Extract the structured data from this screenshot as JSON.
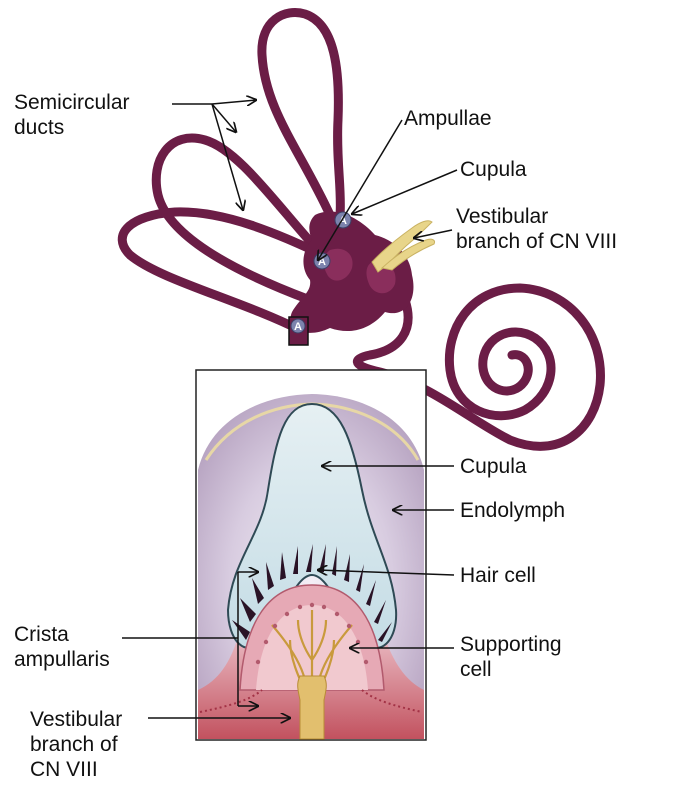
{
  "colors": {
    "duct": "#6b1d46",
    "duct_light": "#8a2e5c",
    "nerve": "#e8d58a",
    "cupula": "#cfe3ea",
    "hair_cell": "#2a1326",
    "supporting": "#e6a9b5",
    "crista_base": "#d9a0a8",
    "endolymph": "#d9cde0",
    "arrow": "#111111"
  },
  "ampulla_marker": "A",
  "labels": {
    "semicircular": {
      "line1": "Semicircular",
      "line2": "ducts"
    },
    "ampullae": "Ampullae",
    "cupula_top": "Cupula",
    "vestibular_top": {
      "line1": "Vestibular",
      "line2": "branch of CN VIII"
    },
    "cupula_detail": "Cupula",
    "endolymph": "Endolymph",
    "hair_cell": "Hair cell",
    "crista": {
      "line1": "Crista",
      "line2": "ampullaris"
    },
    "supporting": {
      "line1": "Supporting",
      "line2": "cell"
    },
    "vestibular_bottom": {
      "line1": "Vestibular",
      "line2": "branch of",
      "line3": "CN VIII"
    }
  }
}
